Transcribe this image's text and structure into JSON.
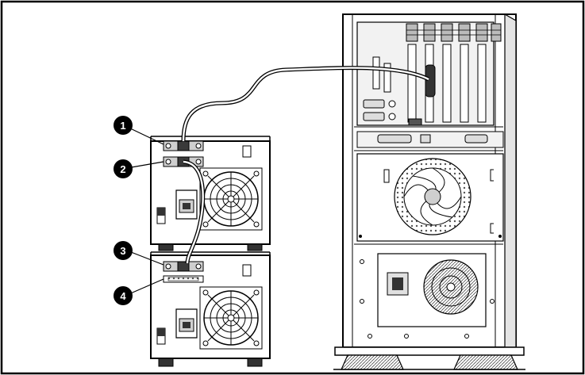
{
  "colors": {
    "ink": "#000000",
    "paper": "#ffffff",
    "shade": "#cfcfcf",
    "dark": "#3a3a3a"
  },
  "callouts": [
    {
      "label": "1"
    },
    {
      "label": "2"
    },
    {
      "label": "3"
    },
    {
      "label": "4"
    }
  ],
  "icons": [
    "server-tower",
    "external-storage-enclosure",
    "scsi-cable",
    "scsi-connector",
    "cooling-fan",
    "power-inlet",
    "power-switch"
  ]
}
